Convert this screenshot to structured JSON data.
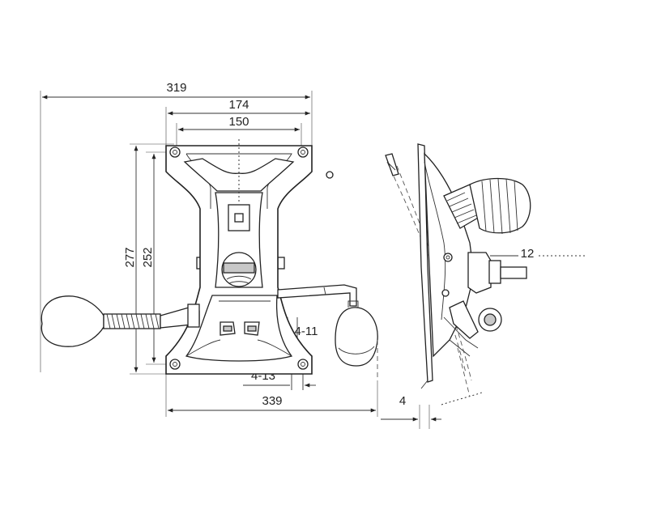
{
  "diagram": {
    "dimensions": {
      "overall_width": "319",
      "hole_span_outer": "174",
      "hole_span_inner": "150",
      "overall_length": "277",
      "hole_length": "252",
      "slot_4_11": "4-11",
      "slot_4_13": "4-13",
      "lever_length": "339",
      "side_offset": "4",
      "shaft_diameter": "12"
    }
  }
}
